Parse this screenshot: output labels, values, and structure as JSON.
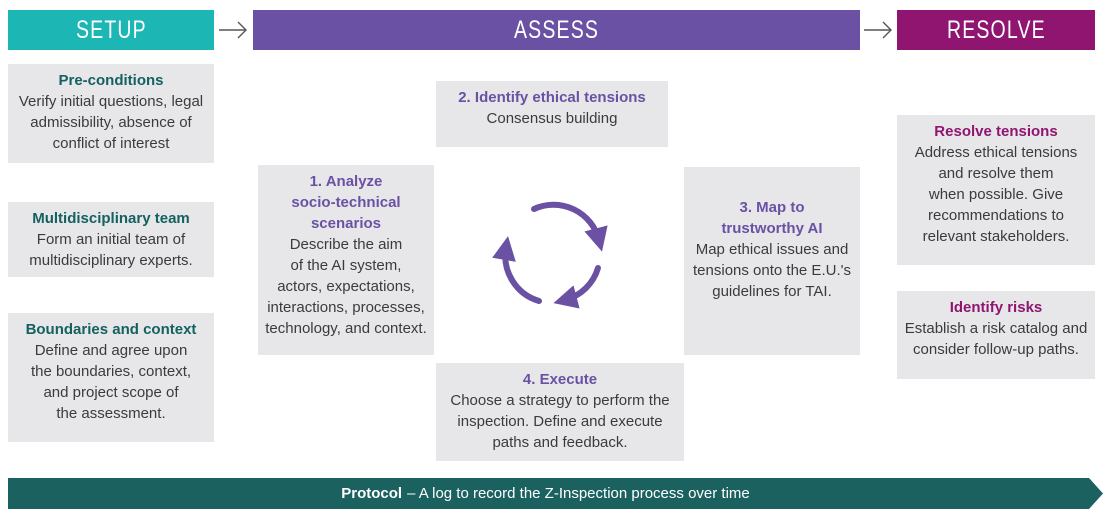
{
  "phases": {
    "setup": "SETUP",
    "assess": "ASSESS",
    "resolve": "RESOLVE"
  },
  "setup": [
    {
      "title": "Pre-conditions",
      "desc": "Verify initial questions, legal\nadmissibility, absence of\nconflict of interest"
    },
    {
      "title": "Multidisciplinary team",
      "desc": "Form an initial team of\nmultidisciplinary experts."
    },
    {
      "title": "Boundaries and context",
      "desc": "Define and agree upon\nthe boundaries, context,\nand project scope of\nthe assessment."
    }
  ],
  "assess": [
    {
      "title": "1. Analyze\nsocio-technical\nscenarios",
      "desc": "Describe the aim\nof the AI system,\nactors, expectations,\ninteractions, processes,\ntechnology, and context."
    },
    {
      "title": "2. Identify ethical tensions",
      "desc": "Consensus building"
    },
    {
      "title": "3. Map to\ntrustworthy AI",
      "desc": "Map ethical issues and\ntensions onto the E.U.'s\nguidelines for TAI."
    },
    {
      "title": "4. Execute",
      "desc": "Choose a strategy to perform the\ninspection. Define and execute\npaths and feedback."
    }
  ],
  "resolve": [
    {
      "title": "Resolve tensions",
      "desc": "Address ethical tensions\nand resolve them\nwhen possible. Give\nrecommendations to\nrelevant stakeholders."
    },
    {
      "title": "Identify risks",
      "desc": "Establish a risk catalog and\nconsider follow-up paths."
    }
  ],
  "protocol": {
    "label": "Protocol",
    "text": "– A log to record the Z-Inspection process over time"
  },
  "colors": {
    "setup": "#1cb6b4",
    "assess": "#6a51a4",
    "resolve": "#8f1570",
    "protocol": "#1a615f",
    "box": "#e7e7e9"
  },
  "icons": [
    "arrow-right-icon",
    "cycle-icon"
  ]
}
